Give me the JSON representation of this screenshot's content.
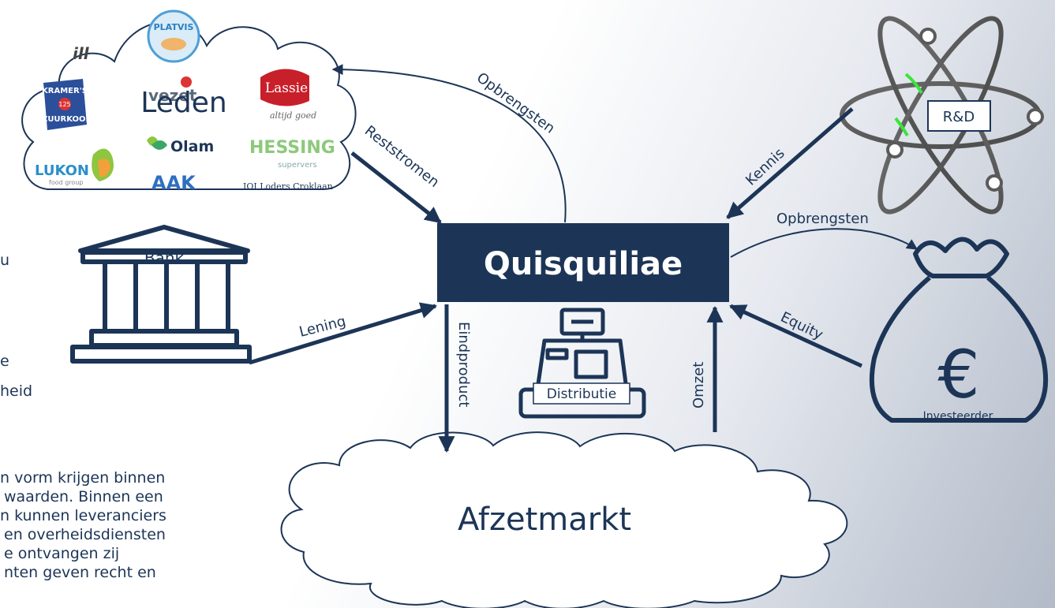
{
  "diagram": {
    "center": "Quisquiliae",
    "members_cloud": {
      "title": "Leden",
      "logos": [
        "PLATVIS",
        "ill",
        "KRAMER'S",
        "125",
        "ZUURKOOL",
        "vezet",
        "Lassie",
        "altijd goed",
        "Olam",
        "HESSING",
        "supervers",
        "LUKON",
        "food group",
        "AAK",
        "IOI Loders Croklaan"
      ]
    },
    "market_cloud": {
      "title": "Afzetmarkt"
    },
    "bank": {
      "label": "Bank"
    },
    "research": {
      "label": "R&D"
    },
    "investor": {
      "label": "Investeerder",
      "symbol": "€"
    },
    "distribution": {
      "label": "Distributie"
    },
    "flows": {
      "opbrengsten_top": "Opbrengsten",
      "reststromen": "Reststromen",
      "kennis": "Kennis",
      "opbrengsten_right": "Opbrengsten",
      "equity": "Equity",
      "lening": "Lening",
      "eindproduct": "Eindproduct",
      "omzet": "Omzet"
    }
  },
  "left_text": {
    "fragments": [
      "u",
      "e",
      "heid"
    ],
    "paragraph": [
      "n vorm krijgen binnen",
      "waarden. Binnen een",
      "n kunnen leveranciers",
      "en overheidsdiensten",
      "e ontvangen zij",
      "nten geven recht en"
    ]
  },
  "colors": {
    "navy": "#1c3557",
    "white": "#ffffff",
    "atom_green": "#39e639"
  }
}
